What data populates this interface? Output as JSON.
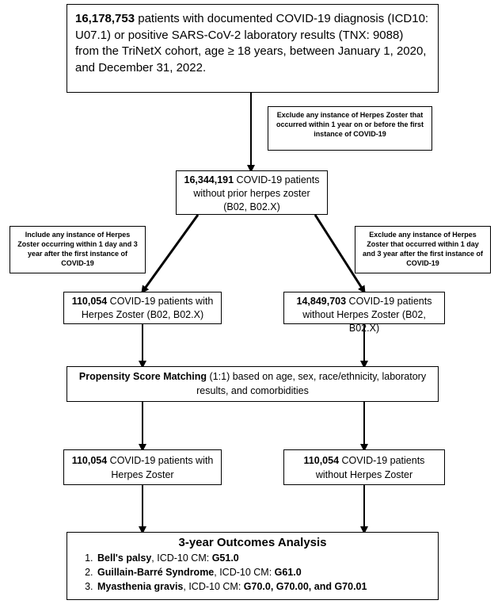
{
  "top_box": {
    "count": "16,178,753",
    "text": " patients with documented COVID-19 diagnosis (ICD10: U07.1) or positive SARS-CoV-2 laboratory results (TNX: 9088) from the TriNetX cohort, age ≥ 18 years, between January 1, 2020, and December 31, 2022."
  },
  "exclude_prior_note": "Exclude any instance of Herpes Zoster that occurred within 1 year on or before the first instance of COVID-19",
  "prior_box": {
    "count": "16,344,191",
    "text": " COVID-19 patients without prior herpes zoster (B02, B02.X)"
  },
  "include_note": "Include any instance of Herpes Zoster occurring within 1 day and 3 year after the first instance of COVID-19",
  "exclude_after_note": "Exclude any instance of Herpes Zoster that occurred within 1 day and 3 year after the first instance of COVID-19",
  "hz_box": {
    "count": "110,054",
    "text": " COVID-19 patients with Herpes Zoster (B02, B02.X)"
  },
  "no_hz_box": {
    "count": "14,849,703",
    "text": " COVID-19 patients without Herpes Zoster (B02, B02.X)"
  },
  "psm_box": {
    "bold": "Propensity Score Matching",
    "text": " (1:1) based on age, sex, race/ethnicity, laboratory results, and comorbidities"
  },
  "matched_hz_box": {
    "count": "110,054",
    "text": " COVID-19 patients with Herpes Zoster"
  },
  "matched_no_hz_box": {
    "count": "110,054",
    "text": " COVID-19 patients without Herpes Zoster"
  },
  "outcomes": {
    "title": "3-year Outcomes Analysis",
    "items": [
      {
        "name": "Bell's palsy",
        "mid": ", ICD-10 CM: ",
        "code": "G51.0"
      },
      {
        "name": "Guillain-Barré Syndrome",
        "mid": ", ICD-10 CM:  ",
        "code": "G61.0"
      },
      {
        "name": "Myasthenia gravis",
        "mid": ", ICD-10 CM: ",
        "code": "G70.0, G70.00, and G70.01"
      }
    ]
  }
}
